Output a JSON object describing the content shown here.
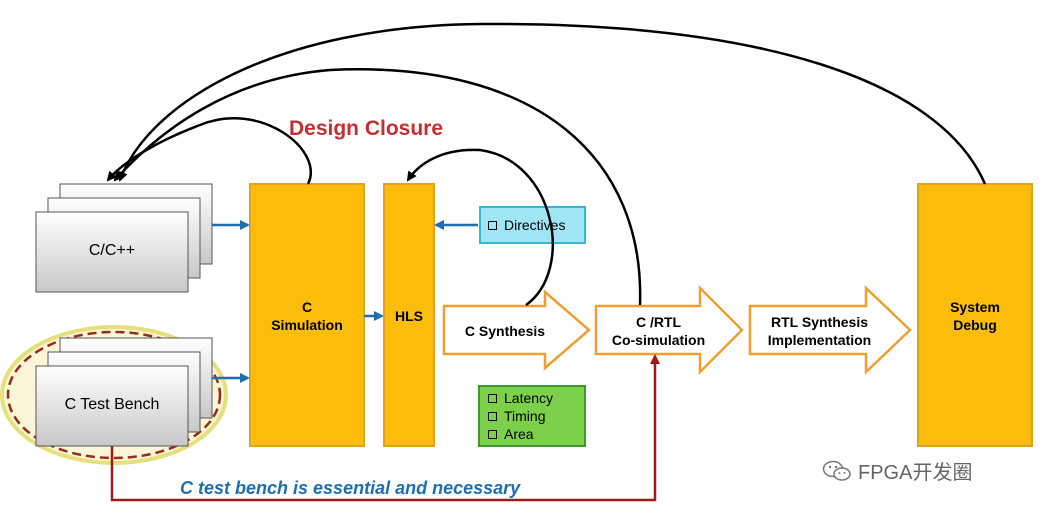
{
  "title": "Design Closure",
  "stacks": {
    "source": "C/C++",
    "testbench": "C Test Bench"
  },
  "boxes": {
    "c_sim_line1": "C",
    "c_sim_line2": "Simulation",
    "hls": "HLS",
    "system_line1": "System",
    "system_line2": "Debug"
  },
  "steps": {
    "c_synthesis": "C Synthesis",
    "cosim_line1": "C /RTL",
    "cosim_line2": "Co-simulation",
    "rtl_line1": "RTL Synthesis",
    "rtl_line2": "Implementation"
  },
  "directives": "Directives",
  "reports": [
    "Latency",
    "Timing",
    "Area"
  ],
  "note": "C test bench is essential and necessary",
  "watermark": "FPGA开发圈",
  "colors": {
    "orange_fill": "#fbbd0a",
    "orange_stroke": "#e6a020",
    "blue": "#1f6fb0",
    "dark_red": "#a01818",
    "title_red": "#c62f2f",
    "directives_fill": "#9fe6f5",
    "reports_fill": "#7dd04a"
  }
}
